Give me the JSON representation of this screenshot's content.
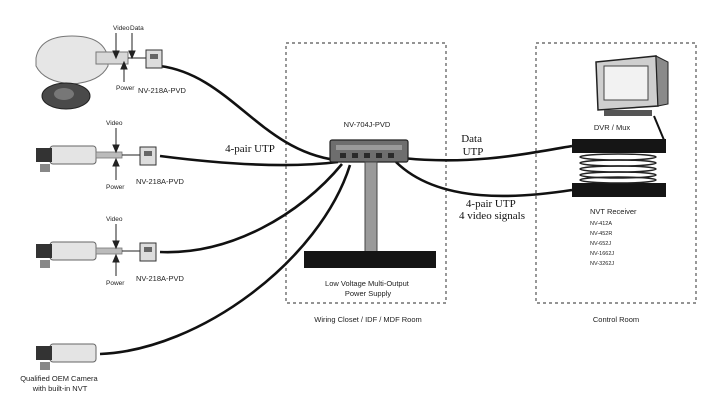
{
  "zones": {
    "wiring_closet": "Wiring Closet / IDF / MDF Room",
    "control_room": "Control Room"
  },
  "hub": {
    "model": "NV-704J-PVD",
    "power_supply": [
      "Low Voltage Multi-Output",
      "Power Supply"
    ]
  },
  "cable_labels": {
    "left_trunk": "4-pair UTP",
    "data": [
      "Data",
      "UTP"
    ],
    "video": [
      "4-pair UTP",
      "4 video signals"
    ]
  },
  "baluns": [
    {
      "model": "NV-218A-PVD",
      "taps": [
        "Video",
        "Data",
        "Power"
      ]
    },
    {
      "model": "NV-218A-PVD",
      "taps": [
        "Video",
        "Power"
      ]
    },
    {
      "model": "NV-218A-PVD",
      "taps": [
        "Video",
        "Power"
      ]
    }
  ],
  "oem_camera": [
    "Qualified OEM Camera",
    "with built-in NVT"
  ],
  "receiver": {
    "dvr_label": "DVR / Mux",
    "title": "NVT Receiver",
    "models": [
      "NV-412A",
      "NV-452R",
      "NV-652J",
      "NV-1662J",
      "NV-3262J"
    ]
  },
  "colors": {
    "line": "#111111",
    "box_dash": "#555555",
    "hub_body": "#6e6e6e",
    "pole": "#9a9a9a",
    "camera_body": "#e4e4e4",
    "monitor_screen": "#f2f2f2"
  },
  "icons": [
    "ptz-dome-camera-icon",
    "box-camera-icon",
    "balun-icon",
    "monitor-icon",
    "hub-icon"
  ]
}
